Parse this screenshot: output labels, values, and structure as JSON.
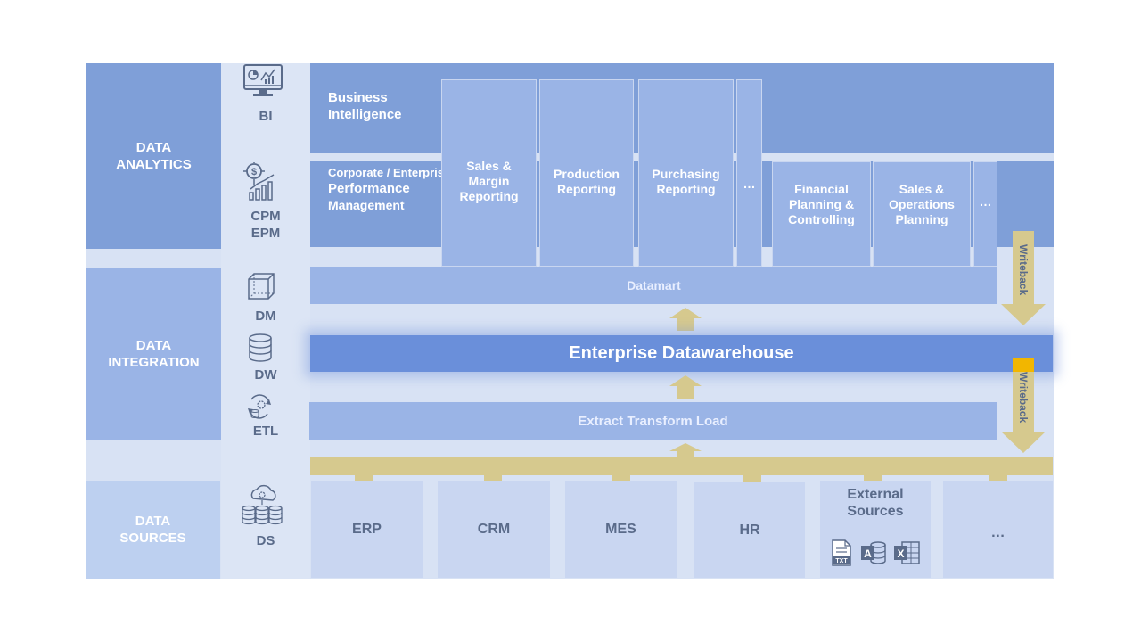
{
  "layers": {
    "analytics": [
      "DATA",
      "ANALYTICS"
    ],
    "integration": [
      "DATA",
      "INTEGRATION"
    ],
    "sources": [
      "DATA",
      "SOURCES"
    ]
  },
  "icons": {
    "bi": {
      "label": "BI",
      "icon": "monitor-chart-icon"
    },
    "cpm": {
      "label": [
        "CPM",
        "EPM"
      ],
      "icon": "money-chart-icon"
    },
    "dm": {
      "label": "DM",
      "icon": "cube-icon"
    },
    "dw": {
      "label": "DW",
      "icon": "database-icon"
    },
    "etl": {
      "label": "ETL",
      "icon": "cycle-icon"
    },
    "ds": {
      "label": "DS",
      "icon": "cloud-database-icon"
    }
  },
  "bands": {
    "bi": [
      "Business",
      "Intelligence"
    ],
    "cpm": [
      "Corporate / Enterprise",
      "Performance",
      "Management"
    ]
  },
  "bi_columns": [
    [
      "Sales &",
      "Margin",
      "Reporting"
    ],
    [
      "Production",
      "Reporting"
    ],
    [
      "Purchasing",
      "Reporting"
    ],
    [
      "…"
    ]
  ],
  "cpm_columns": [
    [
      "Financial",
      "Planning  &",
      "Controlling"
    ],
    [
      "Sales &",
      "Operations",
      "Planning"
    ],
    [
      "…"
    ]
  ],
  "datamart": "Datamart",
  "edw": "Enterprise Datawarehouse",
  "etl_bar": "Extract Transform Load",
  "writeback": "Writeback",
  "sources": [
    "ERP",
    "CRM",
    "MES",
    "HR",
    [
      "External",
      "Sources"
    ],
    "…"
  ],
  "file_icons": [
    "txt-file-icon",
    "access-file-icon",
    "excel-file-icon"
  ],
  "colors": {
    "analytics": "#7f9fd8",
    "integration": "#9ab4e6",
    "sources": "#bdd0f0",
    "edw": "#6a8fda",
    "connector": "#d6c98e",
    "accent": "#f2b600"
  }
}
